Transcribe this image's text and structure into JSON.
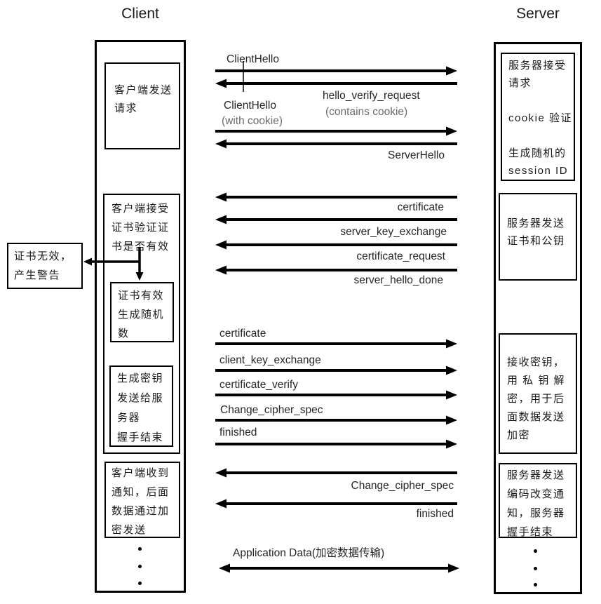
{
  "colors": {
    "line": "#000000",
    "text": "#1a1a1a",
    "label": "#262626",
    "muted": "#6b6b6b"
  },
  "client": {
    "title": "Client",
    "steps": [
      {
        "text": "客户端发送\n请求"
      },
      {
        "text": "客户端接受\n证书验证证\n书是否有效"
      },
      {
        "text": "证书有效\n生成随机\n数"
      },
      {
        "text": "生成密钥\n发送给服\n务器\n握手结束"
      },
      {
        "text": "客户端收到\n通知，后面\n数据通过加\n密发送"
      }
    ]
  },
  "server": {
    "title": "Server",
    "steps": [
      {
        "text": "服务器接受\n请求\n\ncookie 验证\n\n生成随机的\nsession ID"
      },
      {
        "text": "服务器发送\n证书和公钥"
      },
      {
        "text": "接收密钥，\n用 私 钥 解\n密，用于后\n面数据发送\n加密"
      },
      {
        "text": "服务器发送\n编码改变通\n知，服务器\n握手结束"
      }
    ]
  },
  "warning": {
    "text": "证书无效，\n产生警告"
  },
  "messages": [
    {
      "label": "ClientHello",
      "direction": "client-to-server"
    },
    {
      "label": "hello_verify_request",
      "sublabel": "(contains cookie)",
      "direction": "server-to-client"
    },
    {
      "label": "ClientHello",
      "sublabel": "(with cookie)",
      "direction": "client-to-server"
    },
    {
      "label": "ServerHello",
      "direction": "server-to-client"
    },
    {
      "label": "certificate",
      "direction": "server-to-client"
    },
    {
      "label": "server_key_exchange",
      "direction": "server-to-client"
    },
    {
      "label": "certificate_request",
      "direction": "server-to-client"
    },
    {
      "label": "server_hello_done",
      "direction": "server-to-client"
    },
    {
      "label": "certificate",
      "direction": "client-to-server"
    },
    {
      "label": "client_key_exchange",
      "direction": "client-to-server"
    },
    {
      "label": "certificate_verify",
      "direction": "client-to-server"
    },
    {
      "label": "Change_cipher_spec",
      "direction": "client-to-server"
    },
    {
      "label": "finished",
      "direction": "client-to-server"
    },
    {
      "label": "Change_cipher_spec",
      "direction": "server-to-client"
    },
    {
      "label": "finished",
      "direction": "server-to-client"
    },
    {
      "label": "Application Data(加密数据传输)",
      "direction": "bidirectional"
    }
  ]
}
